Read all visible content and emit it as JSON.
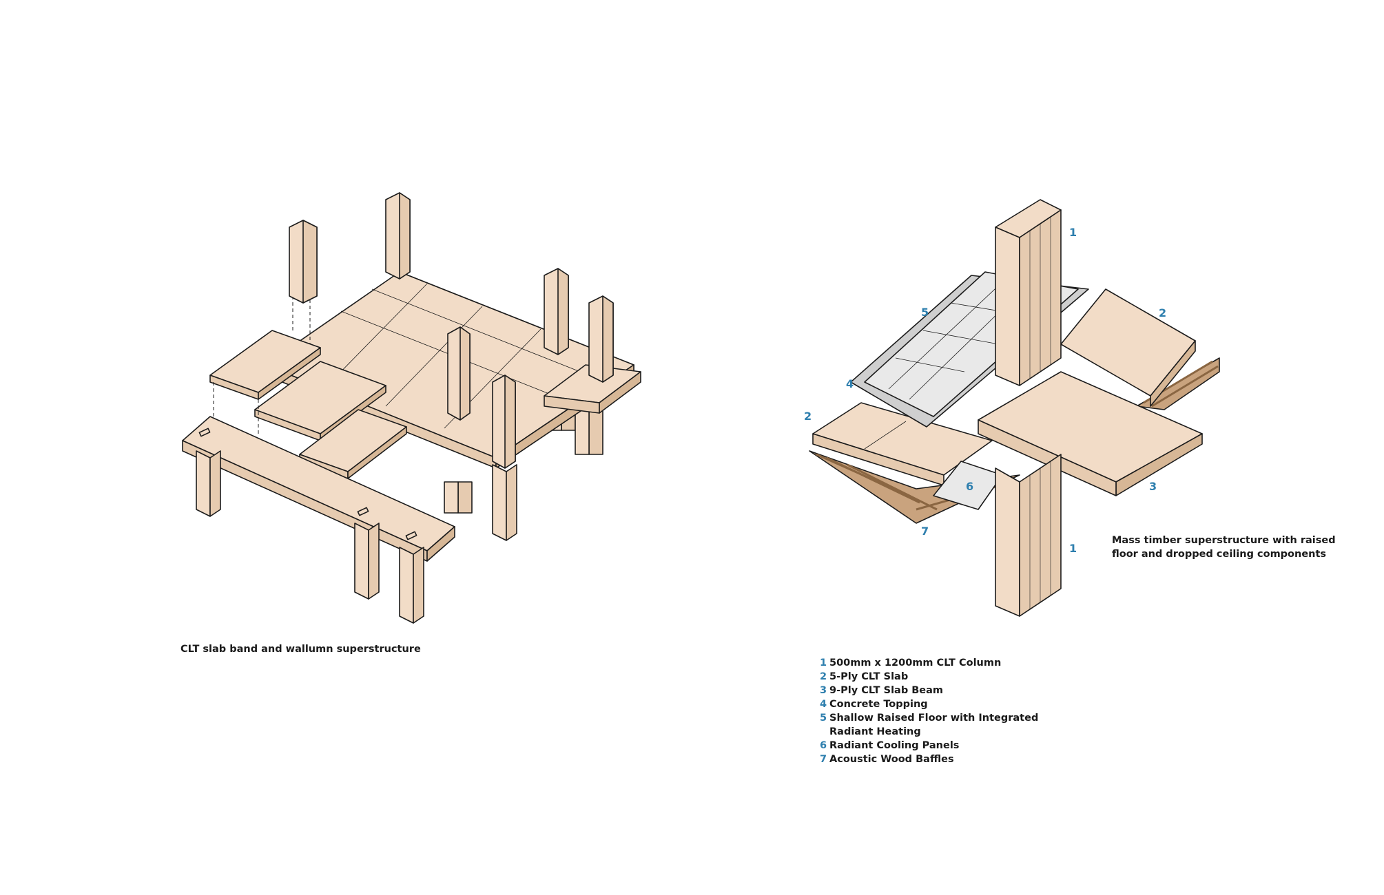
{
  "left_diagram": {
    "caption": "CLT slab band and wallumn superstructure"
  },
  "right_diagram": {
    "caption_lines": [
      "Mass timber superstructure with raised",
      "floor and dropped ceiling components"
    ],
    "callouts": {
      "column_top": "1",
      "column_bottom": "1",
      "slab_right": "2",
      "slab_left": "2",
      "beam": "3",
      "topping": "4",
      "raised_floor": "5",
      "cooling_panels": "6",
      "baffles": "7"
    },
    "legend": [
      {
        "num": "1",
        "text": "500mm x 1200mm CLT Column"
      },
      {
        "num": "2",
        "text": "5-Ply CLT Slab"
      },
      {
        "num": "3",
        "text": "9-Ply CLT Slab Beam"
      },
      {
        "num": "4",
        "text": "Concrete Topping"
      },
      {
        "num": "5",
        "text": "Shallow Raised Floor with Integrated"
      },
      {
        "num": "",
        "text": "Radiant Heating"
      },
      {
        "num": "6",
        "text": "Radiant Cooling Panels"
      },
      {
        "num": "7",
        "text": "Acoustic Wood Baffles"
      }
    ]
  },
  "colors": {
    "timber": "#f2dcc7",
    "timber_side": "#e6cbb0",
    "timber_dark": "#d7b796",
    "concrete": "#cfcfcf",
    "floor_panel": "#e9e9e9",
    "line": "#1c1c1c",
    "callout_blue": "#2e7fae"
  }
}
